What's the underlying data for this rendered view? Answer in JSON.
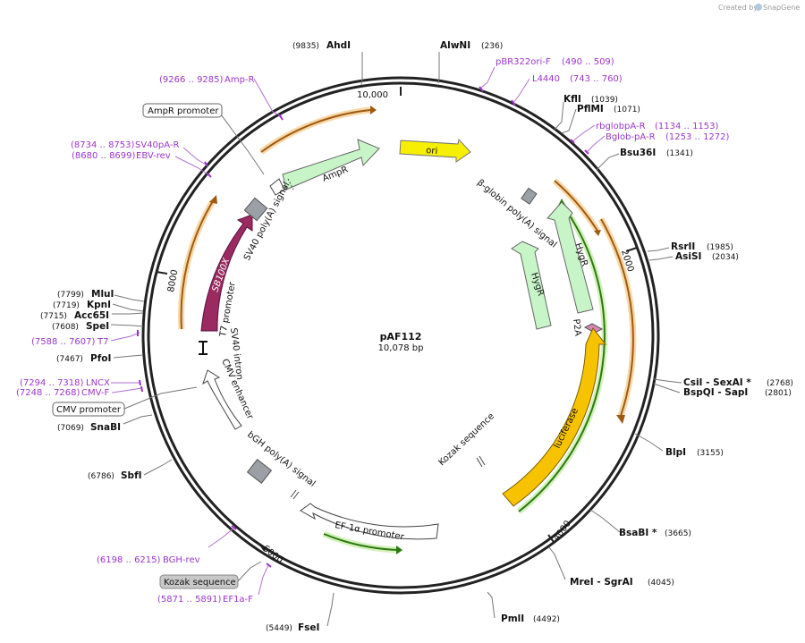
{
  "watermark": {
    "text": "Created by",
    "brand": "SnapGene"
  },
  "plasmid": {
    "name": "pAF112",
    "size": "10,078 bp"
  },
  "ticks": [
    "10,000",
    "2000",
    "4000",
    "6000",
    "8000"
  ],
  "features": {
    "ampr": "AmpR",
    "ori": "ori",
    "beta_globin": "β-globin poly(A) signal",
    "hygr_outer": "HygR",
    "hygr_inner": "HygR",
    "p2a": "P2A",
    "luciferase": "luciferase",
    "kozak_inner": "Kozak sequence",
    "ef1a_promoter": "EF-1α promoter",
    "bgh_polya": "bGH poly(A) signal",
    "cmv_enhancer": "CMV enhancer",
    "sv40_intron": "SV40 intron",
    "t7_promoter": "T7 promoter",
    "sb100x": "SB100X",
    "sv40_polya": "SV40 poly(A) signal"
  },
  "callouts": {
    "ampr_promoter": "AmpR promoter",
    "cmv_promoter": "CMV promoter",
    "kozak_sequence": "Kozak sequence"
  },
  "sites": [
    {
      "name": "AhdI",
      "pos": "(9835)"
    },
    {
      "name": "AlwNI",
      "pos": "(236)"
    },
    {
      "name": "KflI",
      "pos": "(1039)"
    },
    {
      "name": "PflMI",
      "pos": "(1071)"
    },
    {
      "name": "Bsu36I",
      "pos": "(1341)"
    },
    {
      "name": "RsrII",
      "pos": "(1985)"
    },
    {
      "name": "AsiSI",
      "pos": "(2034)"
    },
    {
      "name": "CsiI  - SexAI *",
      "pos": "(2768)"
    },
    {
      "name": "BspQI  - SapI",
      "pos": "(2801)"
    },
    {
      "name": "BlpI",
      "pos": "(3155)"
    },
    {
      "name": "BsaBI *",
      "pos": "(3665)"
    },
    {
      "name": "MreI  - SgrAI",
      "pos": "(4045)"
    },
    {
      "name": "PmlI",
      "pos": "(4492)"
    },
    {
      "name": "FseI",
      "pos": "(5449)"
    },
    {
      "name": "SbfI",
      "pos": "(6786)"
    },
    {
      "name": "SnaBI",
      "pos": "(7069)"
    },
    {
      "name": "PfoI",
      "pos": "(7467)"
    },
    {
      "name": "MluI",
      "pos": "(7799)"
    },
    {
      "name": "KpnI",
      "pos": "(7719)"
    },
    {
      "name": "Acc65I",
      "pos": "(7715)"
    },
    {
      "name": "SpeI",
      "pos": "(7608)"
    }
  ],
  "primers": [
    {
      "name": "Amp-R",
      "pos": "(9266 .. 9285)"
    },
    {
      "name": "pBR322ori-F",
      "pos": "(490 .. 509)"
    },
    {
      "name": "L4440",
      "pos": "(743 .. 760)"
    },
    {
      "name": "rbglobpA-R",
      "pos": "(1134 .. 1153)"
    },
    {
      "name": "Bglob-pA-R",
      "pos": "(1253 .. 1272)"
    },
    {
      "name": "SV40pA-R",
      "pos": "(8734 .. 8753)"
    },
    {
      "name": "EBV-rev",
      "pos": "(8680 .. 8699)"
    },
    {
      "name": "T7",
      "pos": "(7588 .. 7607)"
    },
    {
      "name": "LNCX",
      "pos": "(7294 .. 7318)"
    },
    {
      "name": "CMV-F",
      "pos": "(7248 .. 7268)"
    },
    {
      "name": "BGH-rev",
      "pos": "(6198 .. 6215)"
    },
    {
      "name": "EF1a-F",
      "pos": "(5871 .. 5891)"
    }
  ]
}
